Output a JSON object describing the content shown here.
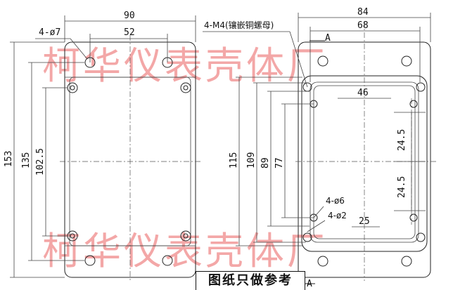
{
  "watermark": "柯华仪表壳体厂",
  "note_label": "图纸只做参考",
  "left_view": {
    "width": "90",
    "hole_spacing": "52",
    "hole_label": "4-ø7",
    "height": "153",
    "hole_height": "135",
    "inner_height": "102.5"
  },
  "right_view": {
    "width": "84",
    "inner_width": "68",
    "section_mark": "A",
    "nut_label": "4-M4(镶嵌铜螺母)",
    "rib_spacing": "46",
    "height": "115",
    "h2": "109",
    "h3": "89",
    "h4": "77",
    "pitch_upper": "24.5",
    "pitch_lower": "24.5",
    "hole_a": "4-ø6",
    "hole_b": "4-ø2",
    "bottom_spacing": "25"
  }
}
